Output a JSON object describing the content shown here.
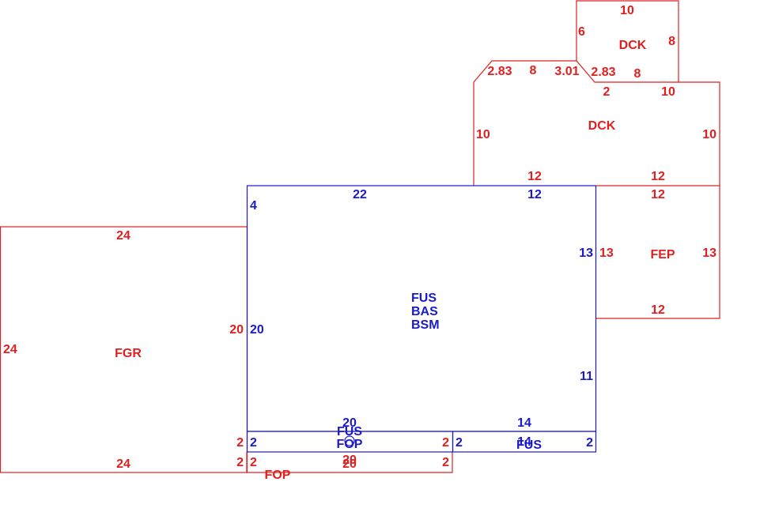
{
  "colors": {
    "red": "#e02020",
    "blue": "#1a1acc"
  },
  "areas": {
    "fgr": {
      "code": "FGR",
      "top": "24",
      "bottom": "24",
      "left": "24",
      "right": "20"
    },
    "main": {
      "codes": [
        "FUS",
        "BAS",
        "BSM"
      ],
      "top_a": "22",
      "top_b": "12",
      "left_top": "4",
      "left": "20",
      "right_a": "13",
      "right_b": "11",
      "bottom_a": "20",
      "bottom_b": "14"
    },
    "fus_left": {
      "code": "FUS",
      "left": "2",
      "right": "2",
      "bottom": "20"
    },
    "fop_left": {
      "code": "FOP",
      "left": "2",
      "right": "2",
      "bottom": "20",
      "left_outer": "2"
    },
    "fus_right": {
      "code": "FUS",
      "left": "2",
      "right": "2",
      "bottom": "14"
    },
    "fop_bottom": {
      "code": "FOP",
      "left": "2",
      "right": "2",
      "top": "20",
      "bottom": "20",
      "left_outer": "2"
    },
    "fep": {
      "code": "FEP",
      "top": "12",
      "bottom": "12",
      "left": "13",
      "right": "13"
    },
    "dck_large": {
      "code": "DCK",
      "left": "10",
      "right": "10",
      "bottom_a": "12",
      "bottom_b": "12",
      "top_a": "2.83",
      "top_b": "8",
      "top_c": "3.01",
      "top_d": "2",
      "top_e": "10"
    },
    "dck_small": {
      "code": "DCK",
      "top": "10",
      "left": "6",
      "right": "8",
      "diag": "2.83",
      "bottom": "8"
    }
  }
}
